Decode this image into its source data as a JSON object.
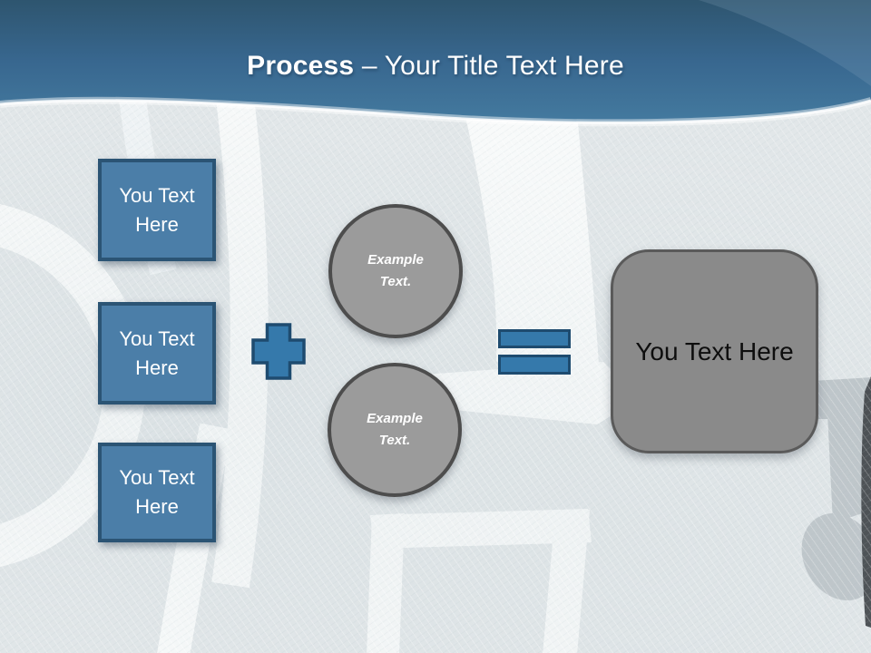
{
  "header": {
    "title_bold": "Process",
    "title_rest": " – Your Title Text Here"
  },
  "steps": [
    {
      "label": "You Text Here"
    },
    {
      "label": "You Text Here"
    },
    {
      "label": "You Text Here"
    }
  ],
  "operators": {
    "plus_icon": "plus",
    "equals_icon": "equals"
  },
  "examples": [
    {
      "label": "Example Text."
    },
    {
      "label": "Example Text."
    }
  ],
  "result": {
    "label": "You Text Here"
  },
  "colors": {
    "header_top": "#2e556f",
    "header_bottom": "#447a9f",
    "step_fill": "#4b7ea8",
    "step_border": "#2b5474",
    "operator_fill": "#3579ab",
    "operator_border": "#1e4b6f",
    "circle_fill": "#9b9b9b",
    "circle_border": "#4d4d4d",
    "result_fill": "#8a8a8a",
    "result_border": "#5a5a5a",
    "background": "#e2e7e9",
    "title_text": "#ffffff",
    "result_text": "#0e0e0e"
  }
}
